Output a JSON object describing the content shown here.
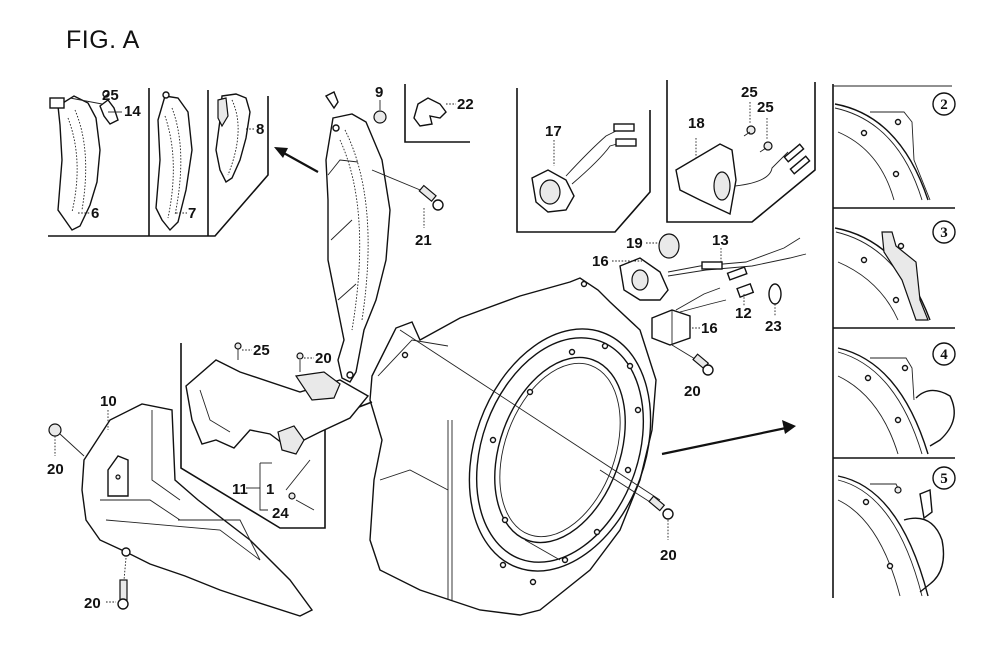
{
  "figure": {
    "title": "FIG. A",
    "type": "exploded parts diagram",
    "colors": {
      "line": "#111111",
      "background": "#ffffff"
    }
  },
  "callouts": {
    "c6": "6",
    "c7": "7",
    "c8": "8",
    "c14": "14",
    "c25_a": "25",
    "c9": "9",
    "c22": "22",
    "c21": "21",
    "c17": "17",
    "c18": "18",
    "c25_b": "25",
    "c25_c": "25",
    "c19": "19",
    "c16_a": "16",
    "c13": "13",
    "c12": "12",
    "c23": "23",
    "c16_b": "16",
    "c20_a": "20",
    "c25_d": "25",
    "c20_b": "20",
    "c10": "10",
    "c20_c": "20",
    "c20_d": "20",
    "c11": "11",
    "c1": "1",
    "c24": "24",
    "c20_e": "20"
  },
  "variants": [
    {
      "number": "2"
    },
    {
      "number": "3"
    },
    {
      "number": "4"
    },
    {
      "number": "5"
    }
  ]
}
